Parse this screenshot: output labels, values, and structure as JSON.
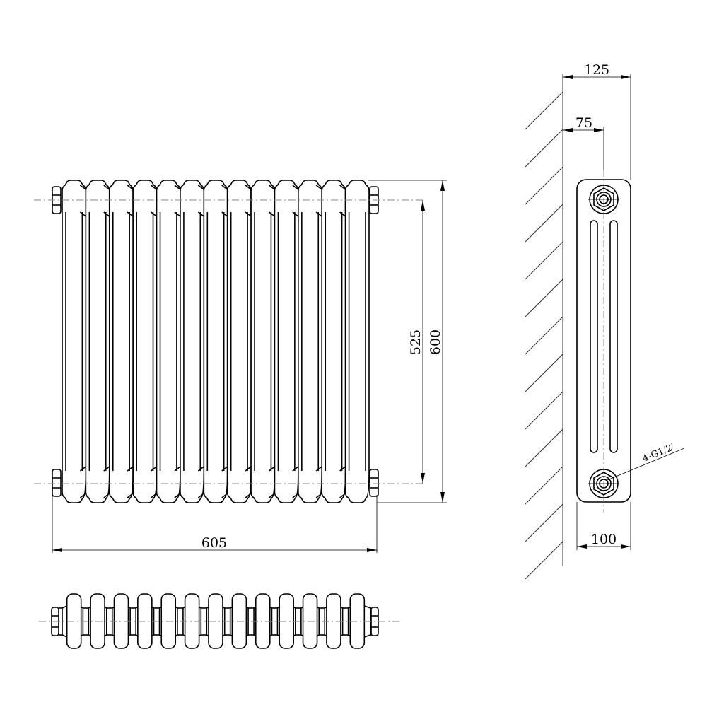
{
  "drawing": {
    "subject": "3-column radiator technical drawing",
    "column_count": 13,
    "views": [
      "front-view",
      "top-view",
      "side-view"
    ]
  },
  "dimensions": {
    "overall_width": "605",
    "overall_height": "600",
    "pipe_centres": "525",
    "depth_with_wall_gap": "125",
    "wall_to_pipe_centre": "75",
    "radiator_depth": "100"
  },
  "labels": {
    "connections": "4-G1/2'"
  },
  "colors": {
    "line": "#000000",
    "centerline": "#888888",
    "background": "#ffffff"
  }
}
